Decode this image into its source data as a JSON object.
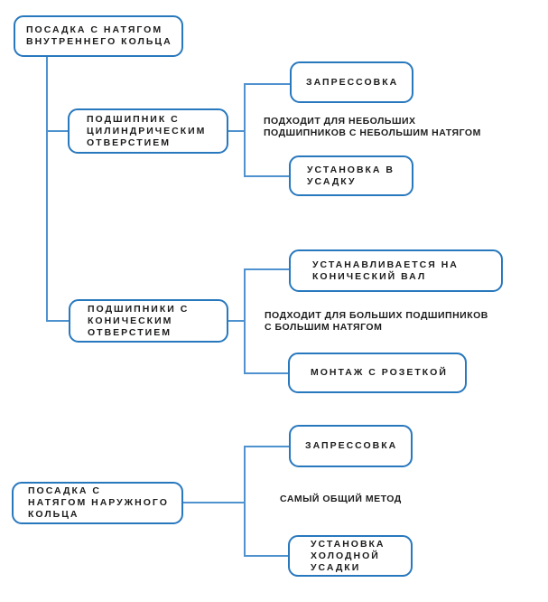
{
  "colors": {
    "box_border": "#2878be",
    "connector": "#4f92cf",
    "text": "#1c1c1c",
    "background": "#ffffff"
  },
  "diagram": {
    "nodes": [
      {
        "id": "inner-ring-fit",
        "lines": [
          "ПОСАДКА С НАТЯГОМ",
          "ВНУТРЕННЕГО КОЛЬЦА"
        ]
      },
      {
        "id": "cylindrical-bore",
        "lines": [
          "ПОДШИПНИК С",
          "ЦИЛИНДРИЧЕСКИМ",
          "ОТВЕРСТИЕМ"
        ]
      },
      {
        "id": "press-fitting-top",
        "lines": [
          "ЗАПРЕССОВКА"
        ]
      },
      {
        "id": "shrink-installation",
        "lines": [
          "УСТАНОВКА В",
          "УСАДКУ"
        ]
      },
      {
        "id": "conical-bore",
        "lines": [
          "ПОДШИПНИКИ С",
          "КОНИЧЕСКИМ",
          "ОТВЕРСТИЕМ"
        ]
      },
      {
        "id": "tapered-shaft-mount",
        "lines": [
          "УСТАНАВЛИВАЕТСЯ НА",
          "КОНИЧЕСКИЙ ВАЛ"
        ]
      },
      {
        "id": "sleeve-mounting",
        "lines": [
          "МОНТАЖ С РОЗЕТКОЙ"
        ]
      },
      {
        "id": "outer-ring-fit",
        "lines": [
          "ПОСАДКА С",
          "НАТЯГОМ НАРУЖНОГО",
          "КОЛЬЦА"
        ]
      },
      {
        "id": "press-fitting-bottom",
        "lines": [
          "ЗАПРЕССОВКА"
        ]
      },
      {
        "id": "cold-shrink-installation",
        "lines": [
          "УСТАНОВКА",
          "ХОЛОДНОЙ",
          "УСАДКИ"
        ]
      }
    ],
    "notes": [
      {
        "lines": [
          "ПОДХОДИТ ДЛЯ НЕБОЛЬШИХ",
          "ПОДШИПНИКОВ С НЕБОЛЬШИМ НАТЯГОМ"
        ]
      },
      {
        "lines": [
          "ПОДХОДИТ ДЛЯ БОЛЬШИХ ПОДШИПНИКОВ",
          "С БОЛЬШИМ НАТЯГОМ"
        ]
      },
      {
        "lines": [
          "САМЫЙ ОБЩИЙ МЕТОД"
        ]
      }
    ]
  }
}
